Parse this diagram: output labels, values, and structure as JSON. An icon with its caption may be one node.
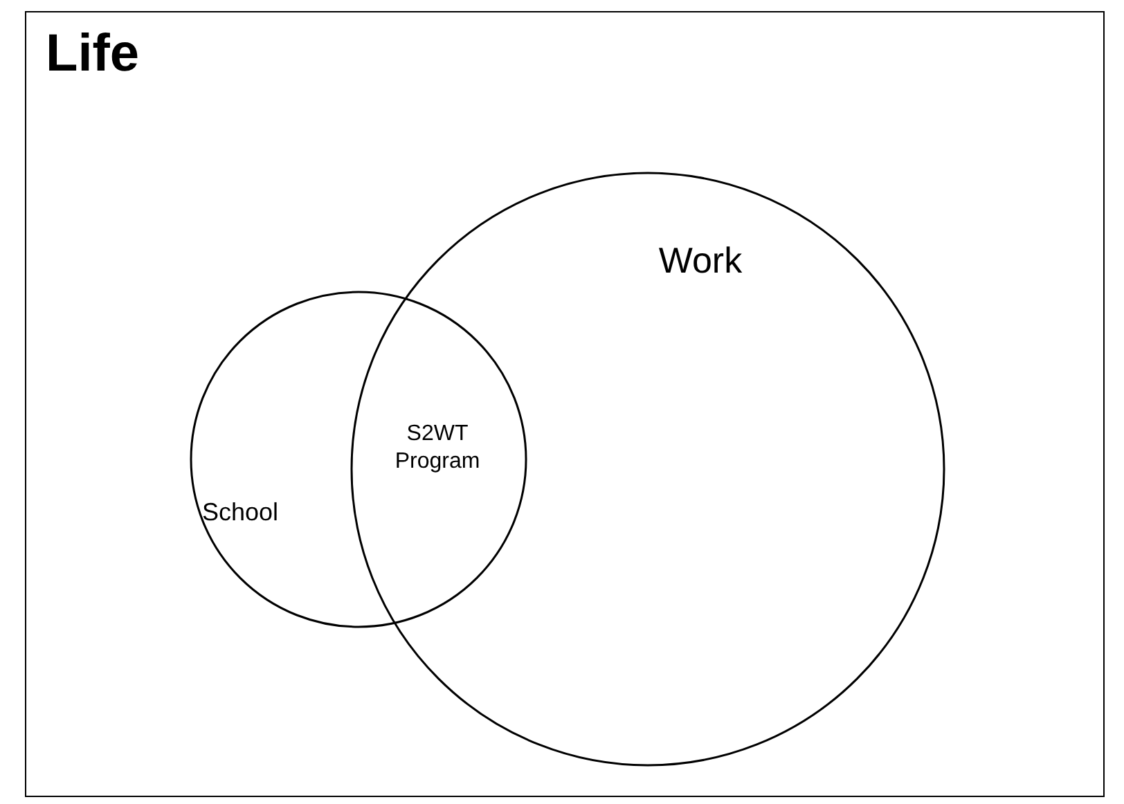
{
  "diagram": {
    "nodes": [
      {
        "text": [
          "Life"
        ]
      },
      {
        "text": [
          "School"
        ],
        "in": 0
      },
      {
        "text": [
          "Work"
        ],
        "in": 0
      }
    ],
    "edges": [],
    "labels": [
      "S2WT Program"
    ]
  }
}
